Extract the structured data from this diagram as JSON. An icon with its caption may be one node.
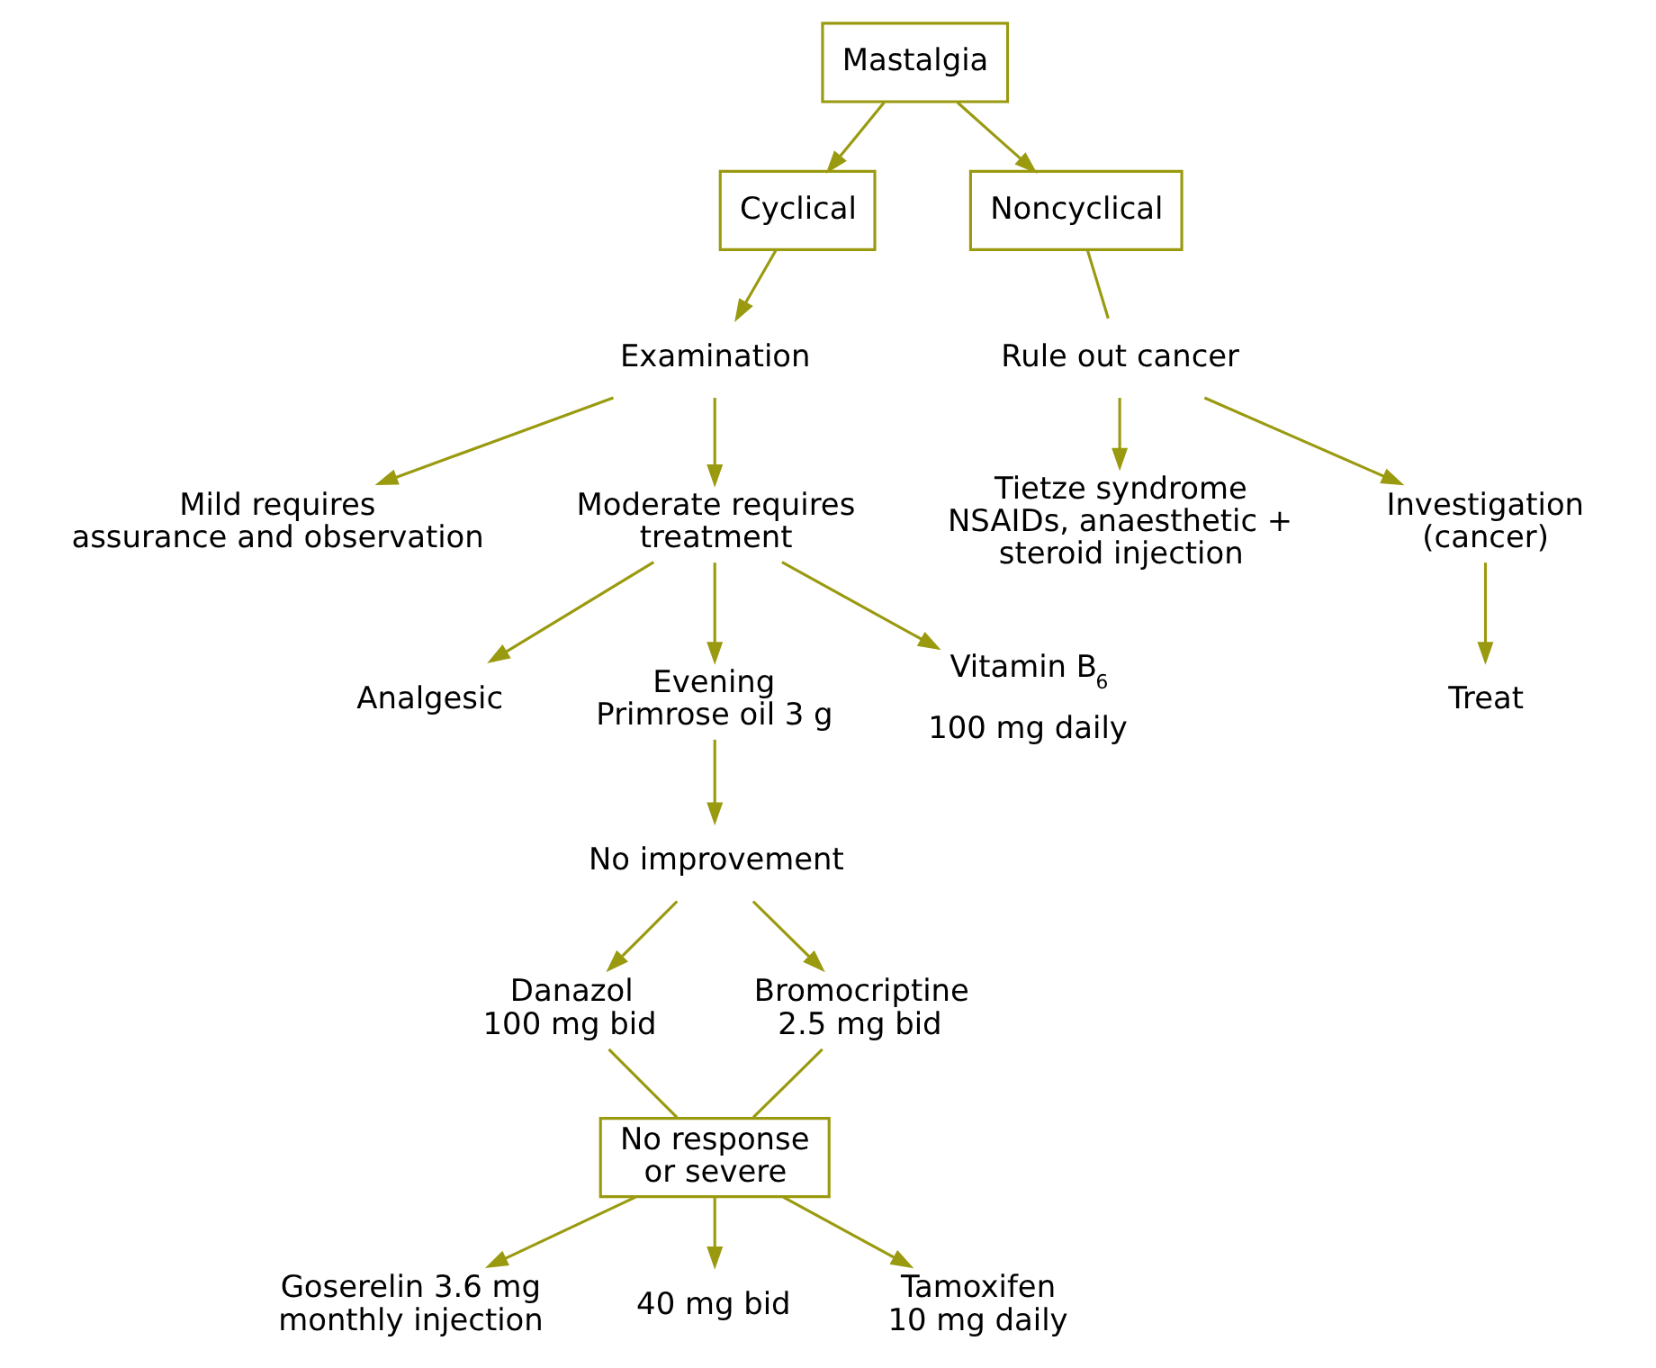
{
  "diagram": {
    "nodes": [
      {
        "text": [
          "Mastalgia"
        ]
      },
      {
        "text": [
          "Cyclical"
        ]
      },
      {
        "text": [
          "Noncyclical"
        ]
      },
      {
        "text": [
          "Rule out cancer"
        ]
      },
      {
        "text": [
          "Examination"
        ]
      },
      {
        "text": [
          "Tietze syndrome",
          "NSAIDs, anaesthetic + steroid injection"
        ]
      },
      {
        "text": [
          "Investigation (cancer)"
        ]
      },
      {
        "text": [
          "Mild requires assurance and observation"
        ]
      },
      {
        "text": [
          "Moderate requires treatment"
        ]
      },
      {
        "text": [
          "Treat"
        ]
      },
      {
        "text": [
          "Analgesic"
        ]
      },
      {
        "text": [
          "Evening Primrose oil 3 g"
        ]
      },
      {
        "text": [
          "Vitamin B$_{6}$ 100 mg daily"
        ]
      },
      {
        "text": [
          "No improvement"
        ]
      },
      {
        "text": [
          "Danazol 100 mg bid"
        ]
      },
      {
        "text": [
          "Bromocriptine 2.5 mg bid"
        ]
      },
      {
        "text": [
          "No response or severe"
        ]
      },
      {
        "text": [
          "Goserelin 3.6 mg monthly injection"
        ]
      },
      {
        "text": [
          "40 mg bid"
        ]
      },
      {
        "text": [
          "Tamoxifen 10 mg daily"
        ]
      }
    ],
    "edges": [
      {
        "from": 0,
        "to": 1,
        "arrow": "to"
      },
      {
        "from": 0,
        "to": 2,
        "arrow": "to"
      },
      {
        "from": 1,
        "to": 4,
        "arrow": "to"
      },
      {
        "from": 2,
        "to": 3,
        "arrow": "none"
      },
      {
        "from": 3,
        "to": 5,
        "arrow": "to"
      },
      {
        "from": 3,
        "to": 6,
        "arrow": "to"
      },
      {
        "from": 6,
        "to": 9,
        "arrow": "to"
      },
      {
        "from": 4,
        "to": 7,
        "arrow": "to"
      },
      {
        "from": 4,
        "to": 8,
        "arrow": "to"
      },
      {
        "from": 8,
        "to": 10,
        "arrow": "to"
      },
      {
        "from": 8,
        "to": 11,
        "arrow": "to"
      },
      {
        "from": 8,
        "to": 12,
        "arrow": "to"
      },
      {
        "from": 11,
        "to": 13,
        "arrow": "to"
      },
      {
        "from": 13,
        "to": 14,
        "arrow": "to"
      },
      {
        "from": 13,
        "to": 15,
        "arrow": "to"
      },
      {
        "from": 14,
        "to": 16,
        "arrow": "none"
      },
      {
        "from": 15,
        "to": 16,
        "arrow": "none"
      },
      {
        "from": 16,
        "to": 17,
        "arrow": "to"
      },
      {
        "from": 16,
        "to": 18,
        "arrow": "to"
      },
      {
        "from": 16,
        "to": 19,
        "arrow": "to"
      }
    ]
  }
}
